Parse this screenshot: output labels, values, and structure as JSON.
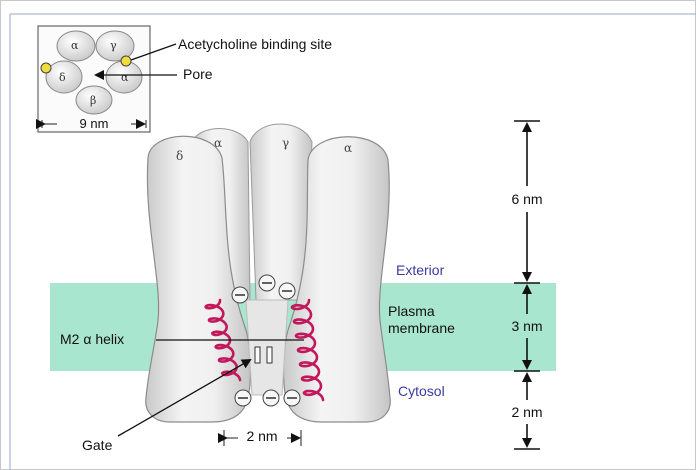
{
  "colors": {
    "membrane": "#a8e6cf",
    "helix": "#c2185b",
    "region_label": "#3a3aa0",
    "binding_site": "#f0dc3c",
    "subunit_fill": "#eeeeee",
    "outline": "#777777"
  },
  "inset": {
    "subunits": [
      "α",
      "γ",
      "δ",
      "α",
      "β"
    ],
    "scale_label": "9 nm"
  },
  "labels": {
    "binding_site": "Acetycholine binding site",
    "pore": "Pore",
    "helix": "M2 α helix",
    "gate": "Gate",
    "pore_width": "2 nm"
  },
  "subunits_top": [
    "δ",
    "α",
    "γ",
    "α"
  ],
  "charges": [
    "⊖",
    "⊖",
    "⊖",
    "⊖",
    "⊖",
    "⊖"
  ],
  "regions": {
    "exterior": "Exterior",
    "membrane_line1": "Plasma",
    "membrane_line2": "membrane",
    "cytosol": "Cytosol"
  },
  "dimensions": {
    "top": "6 nm",
    "membrane": "3 nm",
    "bottom": "2 nm"
  }
}
